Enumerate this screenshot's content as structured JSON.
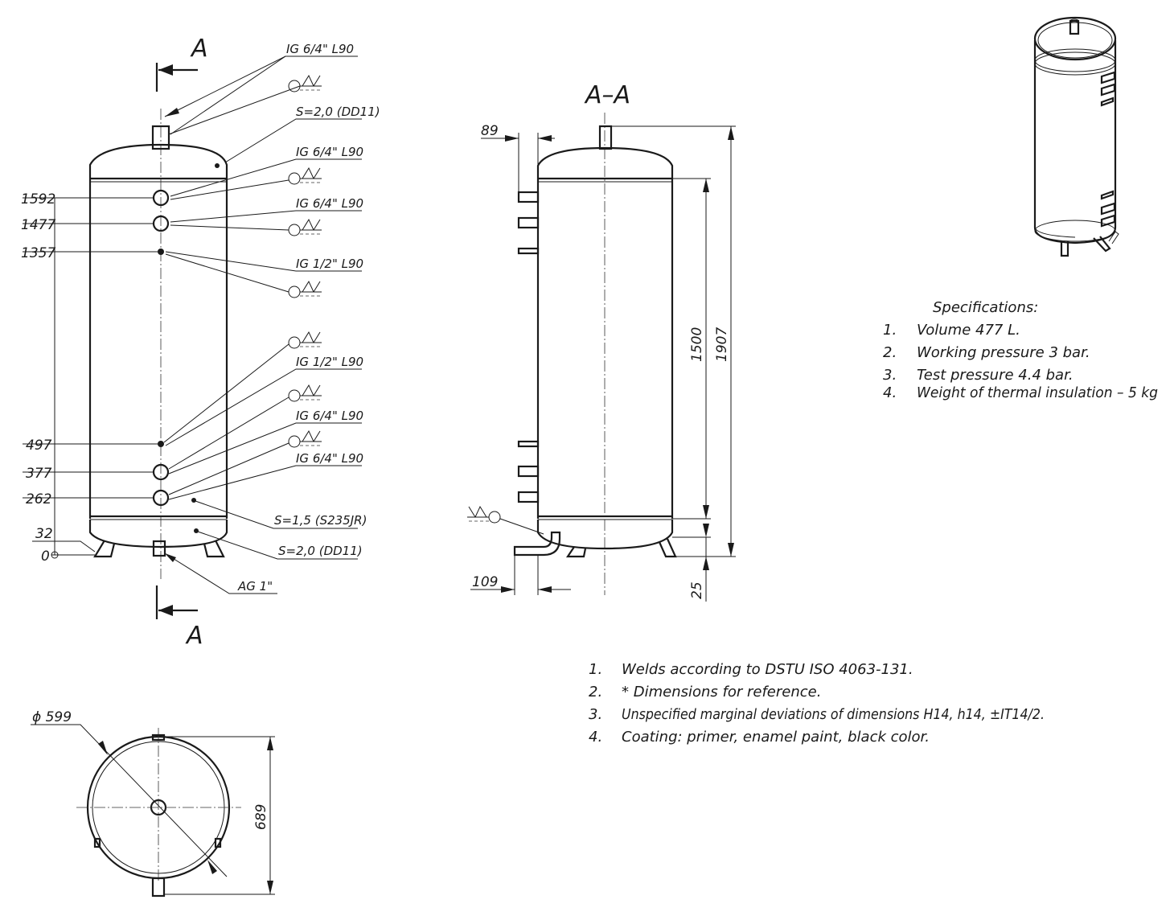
{
  "section_marks": {
    "top": "A",
    "bottom": "A",
    "section_title": "A–A"
  },
  "front_labels": {
    "top_nozzle": "IG 6/4\" L90",
    "shell_top": "S=2,0 (DD11)",
    "nozzle_1592": "IG 6/4\" L90",
    "nozzle_1477": "IG 6/4\" L90",
    "nozzle_1357": "IG 1/2\" L90",
    "nozzle_497": "IG 1/2\" L90",
    "nozzle_377": "IG 6/4\" L90",
    "nozzle_262": "IG 6/4\" L90",
    "shell_body": "S=1,5 (S235JR)",
    "shell_bottom": "S=2,0 (DD11)",
    "drain": "AG 1\""
  },
  "front_dims": [
    "1592",
    "1477",
    "1357",
    "497",
    "377",
    "262",
    "32",
    "0"
  ],
  "side_dims": {
    "top_offset": "89",
    "bottom_offset": "109",
    "height_inner": "1500",
    "height_total": "1907",
    "foot": "25"
  },
  "plan_dims": {
    "diameter": "ϕ 599",
    "depth": "689"
  },
  "specifications": {
    "title": "Specifications:",
    "items": [
      {
        "num": "1.",
        "text": "Volume 477 L."
      },
      {
        "num": "2.",
        "text": "Working pressure 3 bar."
      },
      {
        "num": "3.",
        "text": "Test pressure 4.4 bar."
      },
      {
        "num": "4.",
        "text": "Weight of thermal insulation – 5 kg"
      }
    ]
  },
  "notes": [
    {
      "num": "1.",
      "text": "Welds according to DSTU ISO 4063-131."
    },
    {
      "num": "2.",
      "text": "* Dimensions for reference."
    },
    {
      "num": "3.",
      "text": "Unspecified marginal deviations of dimensions H14, h14, ±IT14/2."
    },
    {
      "num": "4.",
      "text": "Coating: primer, enamel paint, black color."
    }
  ]
}
